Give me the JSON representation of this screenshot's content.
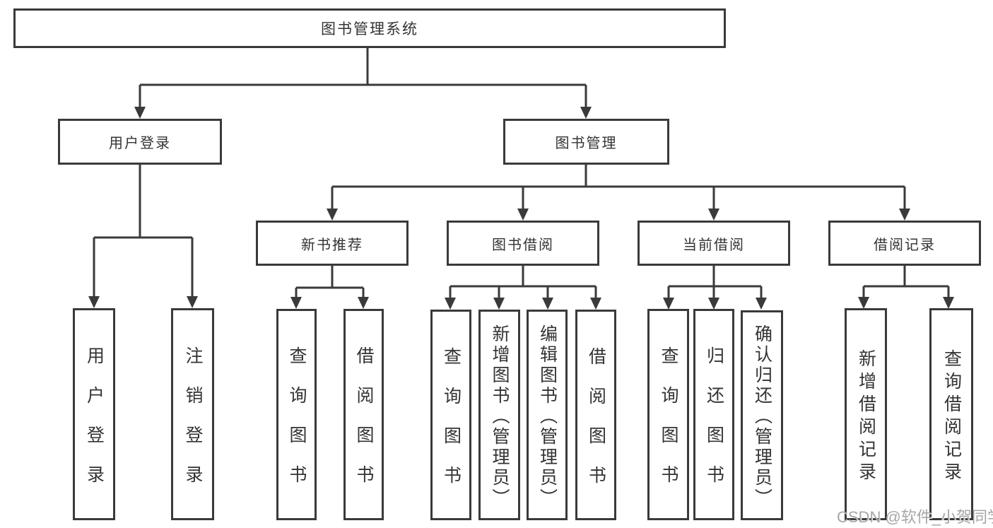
{
  "nodes": {
    "root": {
      "label": "图书管理系统"
    },
    "user_login_group": {
      "label": "用户登录"
    },
    "book_mgmt_group": {
      "label": "图书管理"
    },
    "new_book_rec": {
      "label": "新书推荐"
    },
    "book_borrow": {
      "label": "图书借阅"
    },
    "current_borrow": {
      "label": "当前借阅"
    },
    "borrow_records": {
      "label": "借阅记录"
    },
    "leaf_user_login": {
      "label": "用户登录"
    },
    "leaf_logout": {
      "label": "注销登录"
    },
    "leaf_nbr_query_books": {
      "label": "查询图书"
    },
    "leaf_nbr_borrow_books": {
      "label": "借阅图书"
    },
    "leaf_bb_query_books": {
      "label": "查询图书"
    },
    "leaf_bb_add_books": {
      "label": "新增图书（管理员）"
    },
    "leaf_bb_edit_books": {
      "label": "编辑图书（管理员）"
    },
    "leaf_bb_borrow_books": {
      "label": "借阅图书"
    },
    "leaf_cb_query_books": {
      "label": "查询图书"
    },
    "leaf_cb_return_books": {
      "label": "归还图书"
    },
    "leaf_cb_confirm_return": {
      "label": "确认归还（管理员）"
    },
    "leaf_br_add_record": {
      "label": "新增借阅记录"
    },
    "leaf_br_query_record": {
      "label": "查询借阅记录"
    }
  },
  "hierarchy": {
    "图书管理系统": {
      "用户登录": [
        "用户登录",
        "注销登录"
      ],
      "图书管理": {
        "新书推荐": [
          "查询图书",
          "借阅图书"
        ],
        "图书借阅": [
          "查询图书",
          "新增图书（管理员）",
          "编辑图书（管理员）",
          "借阅图书"
        ],
        "当前借阅": [
          "查询图书",
          "归还图书",
          "确认归还（管理员）"
        ],
        "借阅记录": [
          "新增借阅记录",
          "查询借阅记录"
        ]
      }
    }
  },
  "watermark": {
    "text": "CSDN @软件_小贺同学"
  },
  "colors": {
    "line": "#3a3a3a",
    "text": "#333333",
    "watermark": "#a6a6a6",
    "background": "#ffffff"
  }
}
